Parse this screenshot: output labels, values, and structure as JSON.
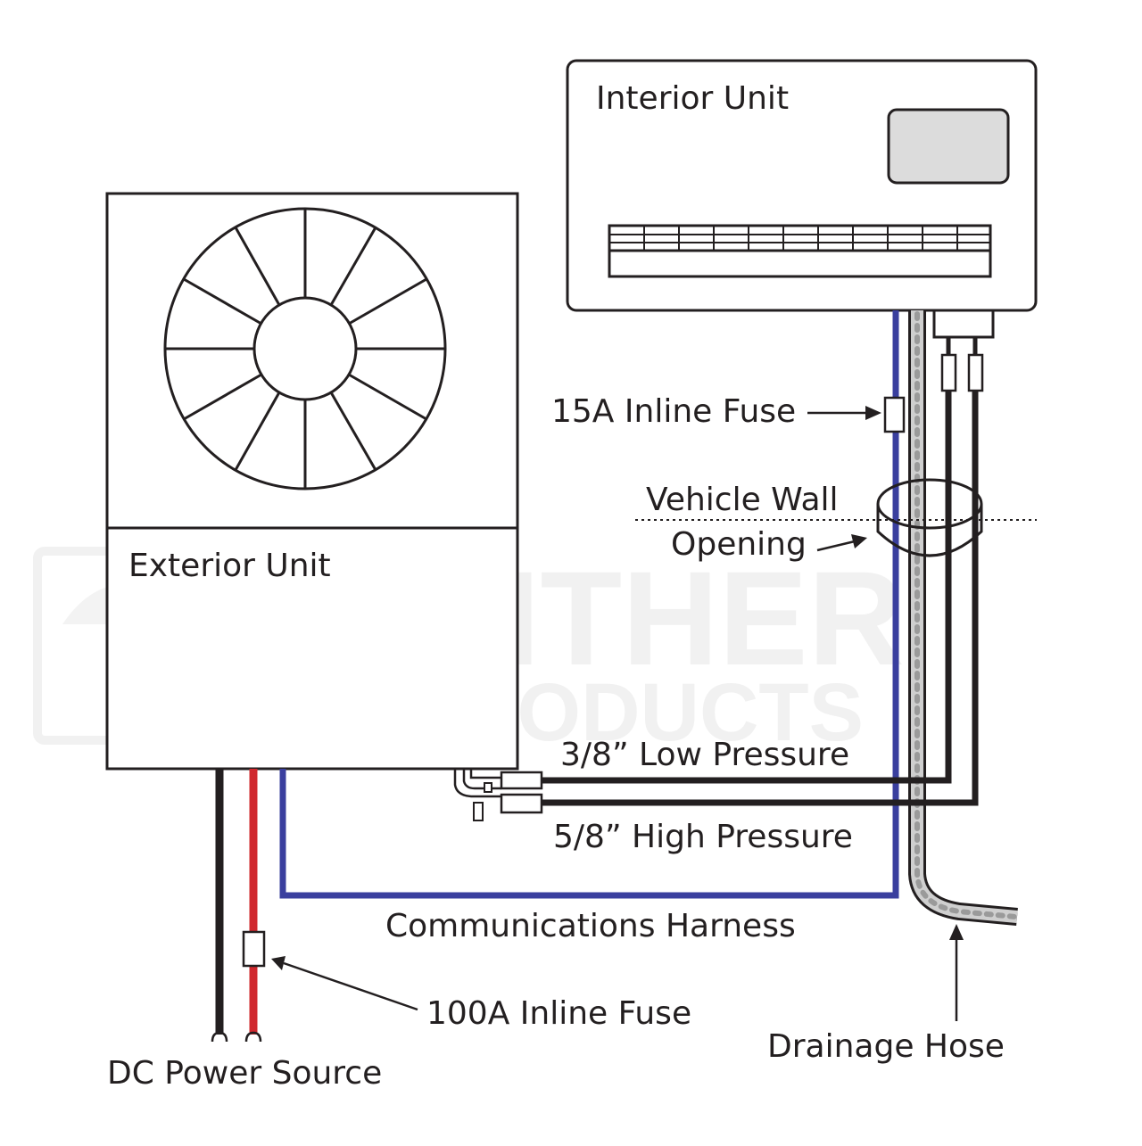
{
  "labels": {
    "interior_unit": "Interior Unit",
    "exterior_unit": "Exterior Unit",
    "inline_fuse_15a": "15A Inline Fuse",
    "vehicle_wall": "Vehicle Wall",
    "opening": "Opening",
    "low_pressure": "3/8” Low Pressure",
    "high_pressure": "5/8” High Pressure",
    "communications_harness": "Communications Harness",
    "inline_fuse_100a": "100A Inline Fuse",
    "dc_power_source": "DC Power Source",
    "drainage_hose": "Drainage Hose"
  },
  "watermark": {
    "line1": "PANTHER",
    "line2": "RV PRODUCTS"
  },
  "colors": {
    "line": "#231f20",
    "comm_harness": "#3a3f9e",
    "positive_wire": "#d0282e",
    "hose": "#cfcfcf",
    "hose_dots": "#9a9a9a",
    "display": "#dcdcdc",
    "watermark": "#f1f1f1"
  }
}
